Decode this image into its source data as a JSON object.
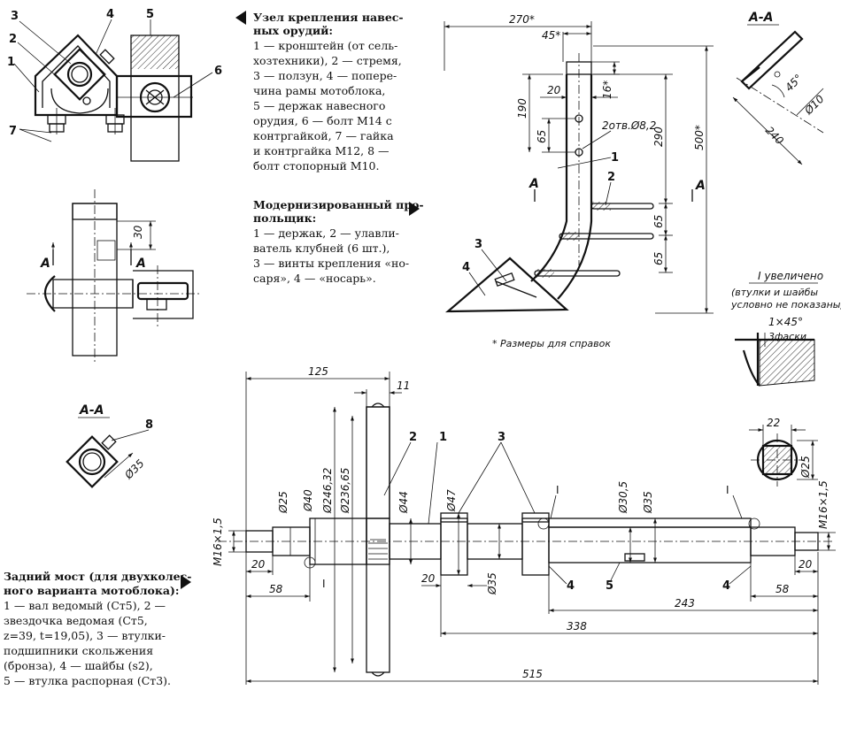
{
  "captions": {
    "mount": {
      "title_lines": [
        "Узел крепления навес-",
        "ных орудий:"
      ],
      "body_lines": [
        "1 — кронштейн (от сель-",
        "хозтехники), 2 — стремя,",
        "3 — ползун, 4 — попере-",
        "чина рамы мотоблока,",
        "5 — держак навесного",
        "орудия, 6 — болт М14 с",
        "контргайкой, 7 — гайка",
        "и контргайка М12, 8 —",
        "болт стопорный М10."
      ]
    },
    "weeder": {
      "title_lines": [
        "Модернизированный про-",
        "польщик:"
      ],
      "body_lines": [
        "1 — держак, 2 — улавли-",
        "ватель клубней (6 шт.),",
        "3 — винты крепления «но-",
        "саря», 4 — «носарь»."
      ]
    },
    "axle": {
      "title_lines": [
        "Задний мост (для двухколес-",
        "ного варианта мотоблока):"
      ],
      "body_lines": [
        "1 — вал ведомый (Ст5), 2 —",
        "звездочка ведомая (Ст5,",
        "z=39, t=19,05), 3 — втулки-",
        "подшипники скольжения",
        "(бронза), 4 — шайбы (s2),",
        "5 — втулка распорная (Ст3)."
      ]
    }
  },
  "mount_view": {
    "labels": [
      "1",
      "2",
      "3",
      "4",
      "5",
      "6",
      "7"
    ],
    "dim_30": "30",
    "section_mark": "A",
    "section_title": "А-А",
    "label_8": "8",
    "dim_d35": "Ø35"
  },
  "weeder_view": {
    "dims": {
      "w270": "270*",
      "w45": "45*",
      "h16": "16*",
      "w20": "20",
      "h190": "190",
      "holes": "2отв.Ø8,2",
      "h65a": "65",
      "h290": "290",
      "h500": "500*",
      "h65b": "65",
      "h65c": "65"
    },
    "labels": [
      "1",
      "2",
      "3",
      "4"
    ],
    "section_mark": "A",
    "note": "* Размеры для справок",
    "section_title": "А-А",
    "sec_dims": {
      "a45": "45°",
      "d10": "Ø10",
      "l240": "240"
    },
    "detail_title": "I увеличено",
    "detail_sub": [
      "(втулки и шайбы",
      "условно не показаны)"
    ],
    "chamfer": "1×45°",
    "chamfer_note": "3фаски"
  },
  "axle_view": {
    "dims": {
      "l125": "125",
      "l11": "11",
      "d25": "Ø25",
      "d40": "Ø40",
      "d246": "Ø246,32",
      "d236": "Ø236,65",
      "d44": "Ø44",
      "d47": "Ø47",
      "d305": "Ø30,5",
      "d35": "Ø35",
      "d35b": "Ø35",
      "m16l": "M16×1,5",
      "m16r": "M16×1,5",
      "l20a": "20",
      "l58a": "58",
      "l20b": "20",
      "l243": "243",
      "l338": "338",
      "l515": "515",
      "l20c": "20",
      "l58b": "58",
      "l22": "22",
      "d25b": "Ø25"
    },
    "labels": [
      "1",
      "2",
      "3",
      "4",
      "4",
      "5"
    ],
    "detail_marks": [
      "I",
      "I",
      "I"
    ]
  }
}
